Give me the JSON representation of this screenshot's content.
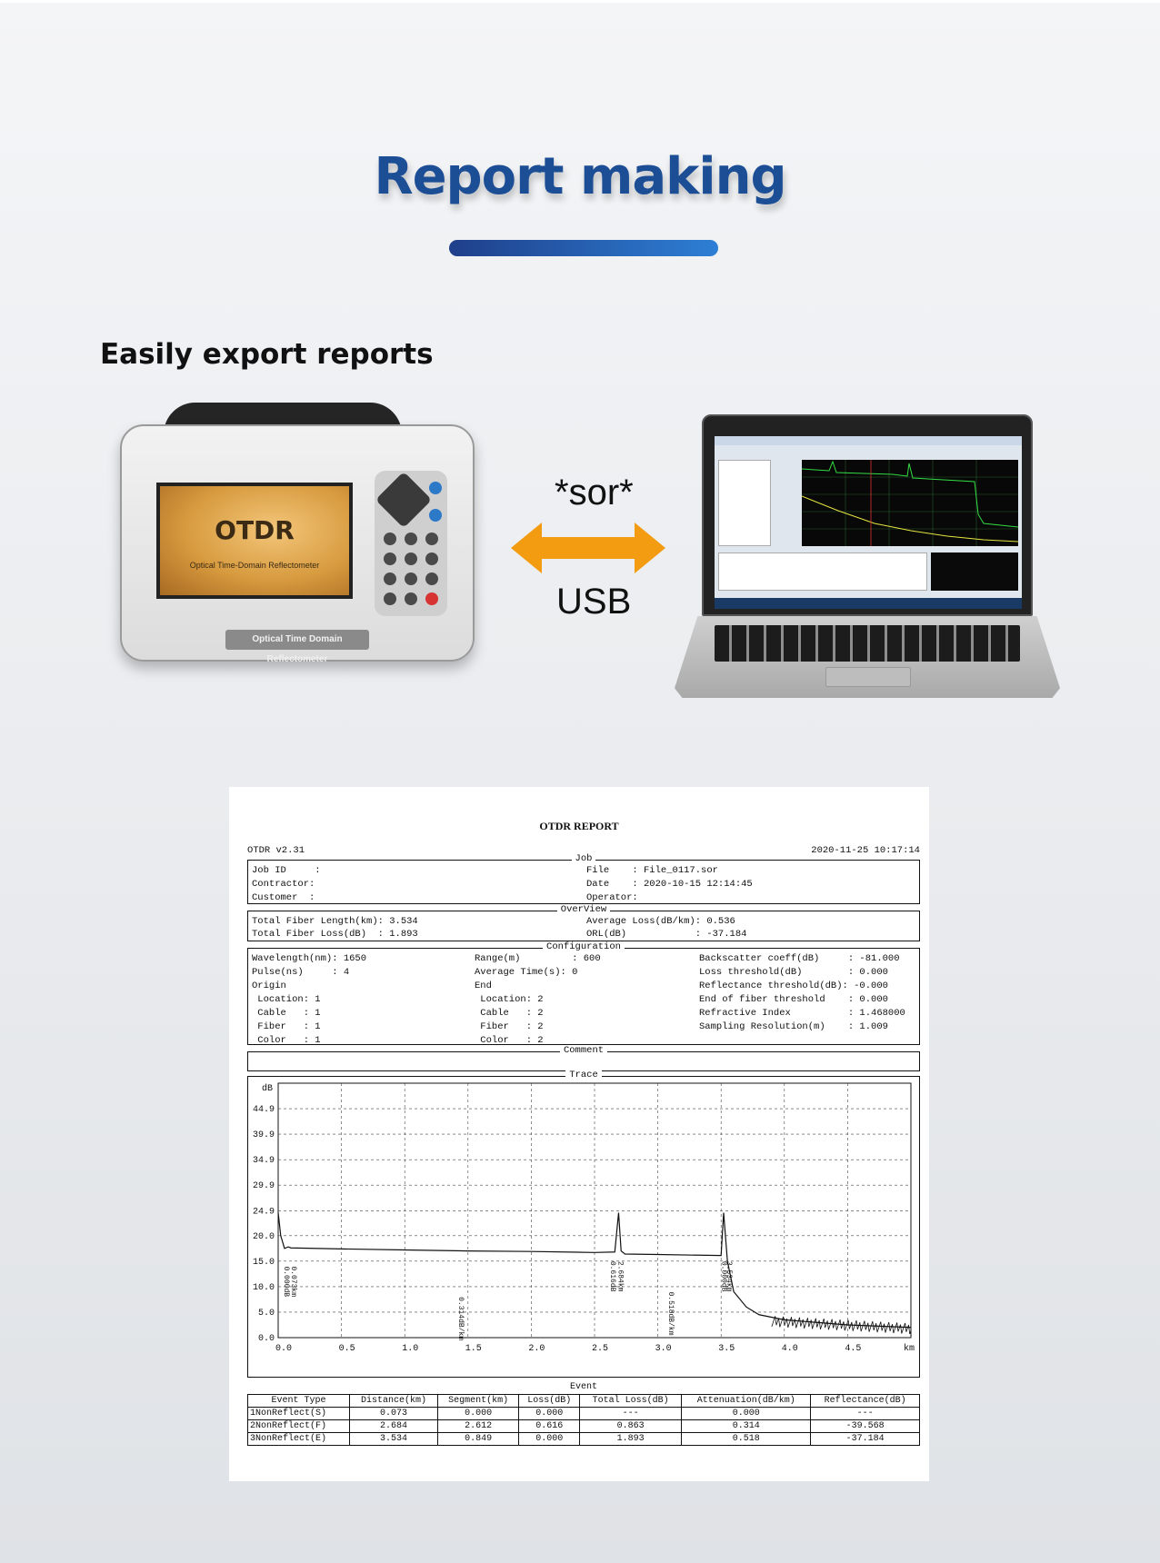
{
  "heading": {
    "title": "Report making",
    "subtitle": "Easily export reports"
  },
  "device": {
    "screen_title": "OTDR",
    "screen_subtitle": "Optical Time-Domain Reflectometer",
    "label": "Optical Time Domain Reflectometer"
  },
  "transfer": {
    "file_format": "*sor*",
    "interface": "USB"
  },
  "report": {
    "title": "OTDR REPORT",
    "version": "OTDR v2.31",
    "datetime": "2020-11-25 10:17:14",
    "job": {
      "section": "Job",
      "job_id": "Job ID     :",
      "contractor": "Contractor:",
      "customer": "Customer  :",
      "file": "File    : File_0117.sor",
      "date": "Date    : 2020-10-15 12:14:45",
      "operator": "Operator:"
    },
    "overview": {
      "section": "OverView",
      "total_length": "Total Fiber Length(km): 3.534",
      "total_loss": "Total Fiber Loss(dB)  : 1.893",
      "avg_loss": "Average Loss(dB/km): 0.536",
      "orl": "ORL(dB)            : -37.184"
    },
    "configuration": {
      "section": "Configuration",
      "col1": [
        "Wavelength(nm): 1650",
        "Pulse(ns)     : 4",
        "Origin",
        " Location: 1",
        " Cable   : 1",
        " Fiber   : 1",
        " Color   : 1"
      ],
      "col2": [
        "Range(m)         : 600",
        "Average Time(s): 0",
        "End",
        " Location: 2",
        " Cable   : 2",
        " Fiber   : 2",
        " Color   : 2"
      ],
      "col3": [
        "Backscatter coeff(dB)     : -81.000",
        "Loss threshold(dB)        : 0.000",
        "Reflectance threshold(dB): -0.000",
        "End of fiber threshold    : 0.000",
        "Refractive Index          : 1.468000",
        "Sampling Resolution(m)    : 1.009"
      ]
    },
    "comment": {
      "section": "Comment"
    },
    "trace": {
      "section": "Trace",
      "y_unit": "dB",
      "x_unit": "km",
      "y_ticks": [
        "44.9",
        "39.9",
        "34.9",
        "29.9",
        "24.9",
        "20.0",
        "15.0",
        "10.0",
        "5.0",
        "0.0"
      ],
      "x_ticks": [
        "0.0",
        "0.5",
        "1.0",
        "1.5",
        "2.0",
        "2.5",
        "3.0",
        "3.5",
        "4.0",
        "4.5",
        "km"
      ],
      "annotations": [
        "0.000dB",
        "0.073km",
        "0.314dB/km",
        "0.616dB",
        "2.684km",
        "0.518dB/km",
        "0.000dB",
        "3.534km"
      ]
    },
    "events": {
      "section": "Event",
      "headers": [
        "Event Type",
        "Distance(km)",
        "Segment(km)",
        "Loss(dB)",
        "Total Loss(dB)",
        "Attenuation(dB/km)",
        "Reflectance(dB)"
      ],
      "rows": [
        [
          "1NonReflect(S)",
          "0.073",
          "0.000",
          "0.000",
          "---",
          "0.000",
          "---"
        ],
        [
          "2NonReflect(F)",
          "2.684",
          "2.612",
          "0.616",
          "0.863",
          "0.314",
          "-39.568"
        ],
        [
          "3NonReflect(E)",
          "3.534",
          "0.849",
          "0.000",
          "1.893",
          "0.518",
          "-37.184"
        ]
      ]
    }
  },
  "chart_data": {
    "type": "line",
    "title": "",
    "xlabel": "km",
    "ylabel": "dB",
    "xlim": [
      0,
      5.0
    ],
    "ylim": [
      0,
      49.9
    ],
    "x": [
      0.0,
      0.02,
      0.05,
      0.08,
      0.1,
      0.5,
      1.0,
      1.5,
      2.0,
      2.5,
      2.66,
      2.69,
      2.71,
      2.74,
      3.0,
      3.5,
      3.52,
      3.55,
      3.6,
      3.7,
      3.8,
      4.0,
      4.5,
      5.0
    ],
    "series": [
      {
        "values": [
          24.5,
          20.0,
          17.5,
          17.8,
          17.6,
          17.4,
          17.2,
          17.0,
          16.9,
          16.7,
          16.8,
          24.5,
          17.0,
          16.4,
          16.3,
          16.1,
          24.5,
          15.0,
          9.0,
          6.0,
          4.5,
          3.5,
          2.5,
          2.0
        ]
      }
    ],
    "grid": true
  }
}
